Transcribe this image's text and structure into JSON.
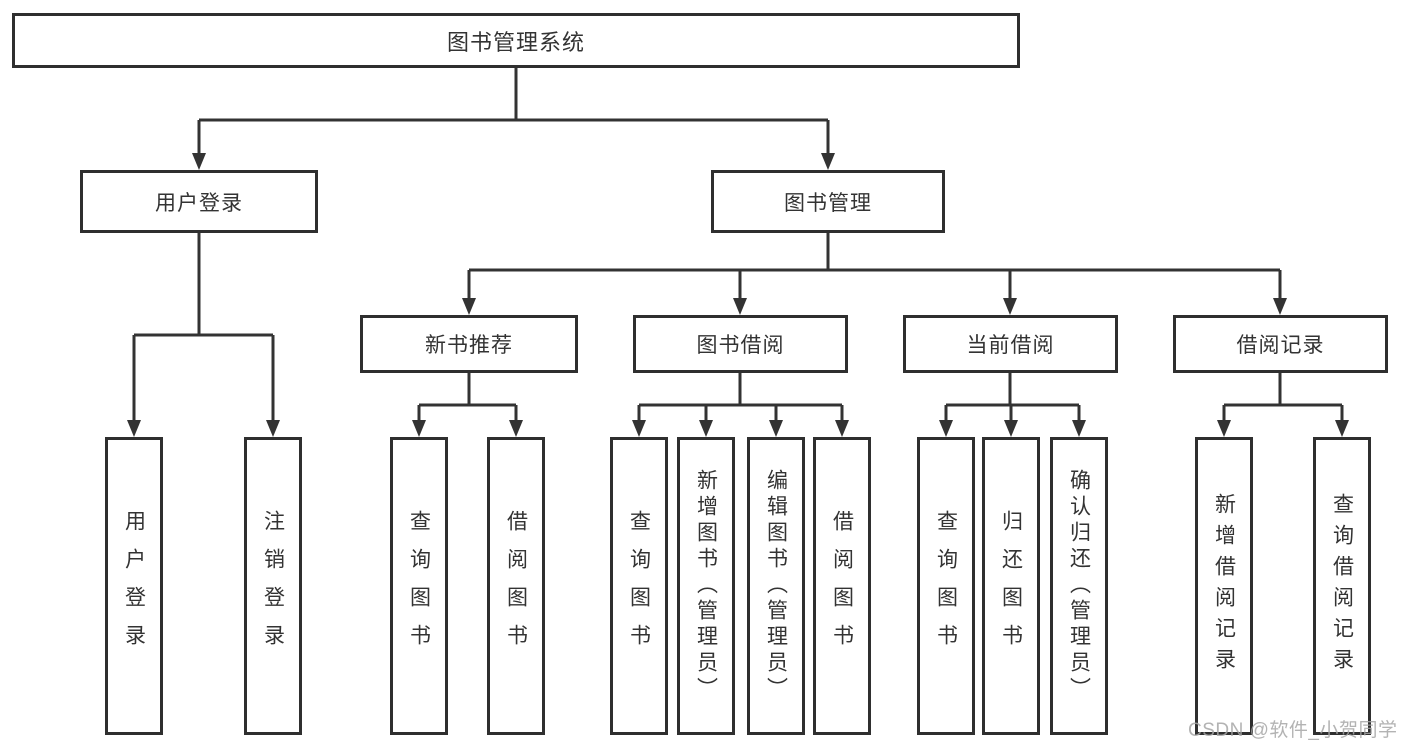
{
  "diagram": {
    "root": {
      "label": "图书管理系统"
    },
    "branches": [
      {
        "label": "用户登录",
        "children": [
          {
            "label": "用户登录"
          },
          {
            "label": "注销登录"
          }
        ]
      },
      {
        "label": "图书管理",
        "children": [
          {
            "label": "新书推荐",
            "children": [
              {
                "label": "查询图书"
              },
              {
                "label": "借阅图书"
              }
            ]
          },
          {
            "label": "图书借阅",
            "children": [
              {
                "label": "查询图书"
              },
              {
                "label": "新增图书（管理员）"
              },
              {
                "label": "编辑图书（管理员）"
              },
              {
                "label": "借阅图书"
              }
            ]
          },
          {
            "label": "当前借阅",
            "children": [
              {
                "label": "查询图书"
              },
              {
                "label": "归还图书"
              },
              {
                "label": "确认归还（管理员）"
              }
            ]
          },
          {
            "label": "借阅记录",
            "children": [
              {
                "label": "新增借阅记录"
              },
              {
                "label": "查询借阅记录"
              }
            ]
          }
        ]
      }
    ]
  },
  "watermark": {
    "text": "CSDN @软件_小贺同学"
  },
  "colors": {
    "line": "#333333",
    "box_border": "#2f2f2f",
    "text": "#333333",
    "watermark": "#a6a6a6"
  }
}
